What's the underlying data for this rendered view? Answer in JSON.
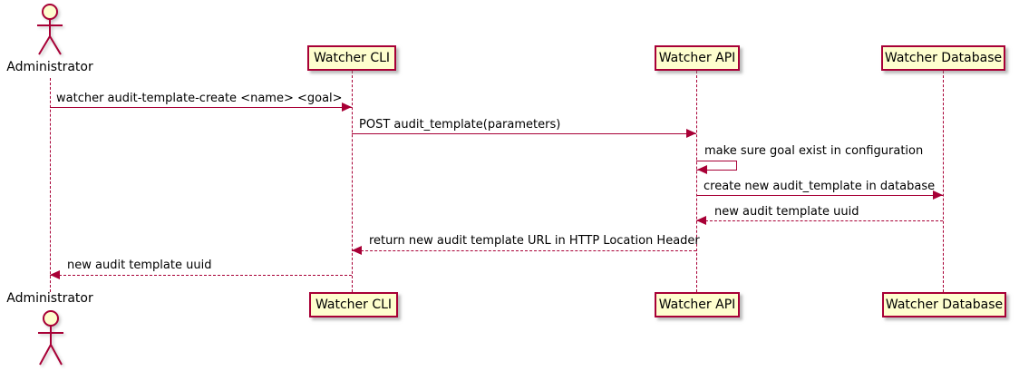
{
  "diagram": {
    "type": "uml-sequence-diagram",
    "colors": {
      "accent": "#A80036",
      "participant_fill": "#FEFECE",
      "text": "#000000",
      "background": "#FFFFFF"
    },
    "actors": [
      {
        "name": "Administrator"
      }
    ],
    "participants": [
      {
        "label": "Watcher CLI"
      },
      {
        "label": "Watcher API"
      },
      {
        "label": "Watcher Database"
      }
    ],
    "messages": [
      {
        "from": "Administrator",
        "to": "Watcher CLI",
        "label": "watcher audit-template-create <name> <goal>",
        "line": "solid"
      },
      {
        "from": "Watcher CLI",
        "to": "Watcher API",
        "label": "POST audit_template(parameters)",
        "line": "solid"
      },
      {
        "from": "Watcher API",
        "to": "Watcher API",
        "label": "make sure goal exist in configuration",
        "line": "self"
      },
      {
        "from": "Watcher API",
        "to": "Watcher Database",
        "label": "create new audit_template in database",
        "line": "solid"
      },
      {
        "from": "Watcher Database",
        "to": "Watcher API",
        "label": "new audit template uuid",
        "line": "dashed"
      },
      {
        "from": "Watcher API",
        "to": "Watcher CLI",
        "label": "return new audit template URL in HTTP Location Header",
        "line": "dashed"
      },
      {
        "from": "Watcher CLI",
        "to": "Administrator",
        "label": "new audit template uuid",
        "line": "dashed"
      }
    ]
  }
}
